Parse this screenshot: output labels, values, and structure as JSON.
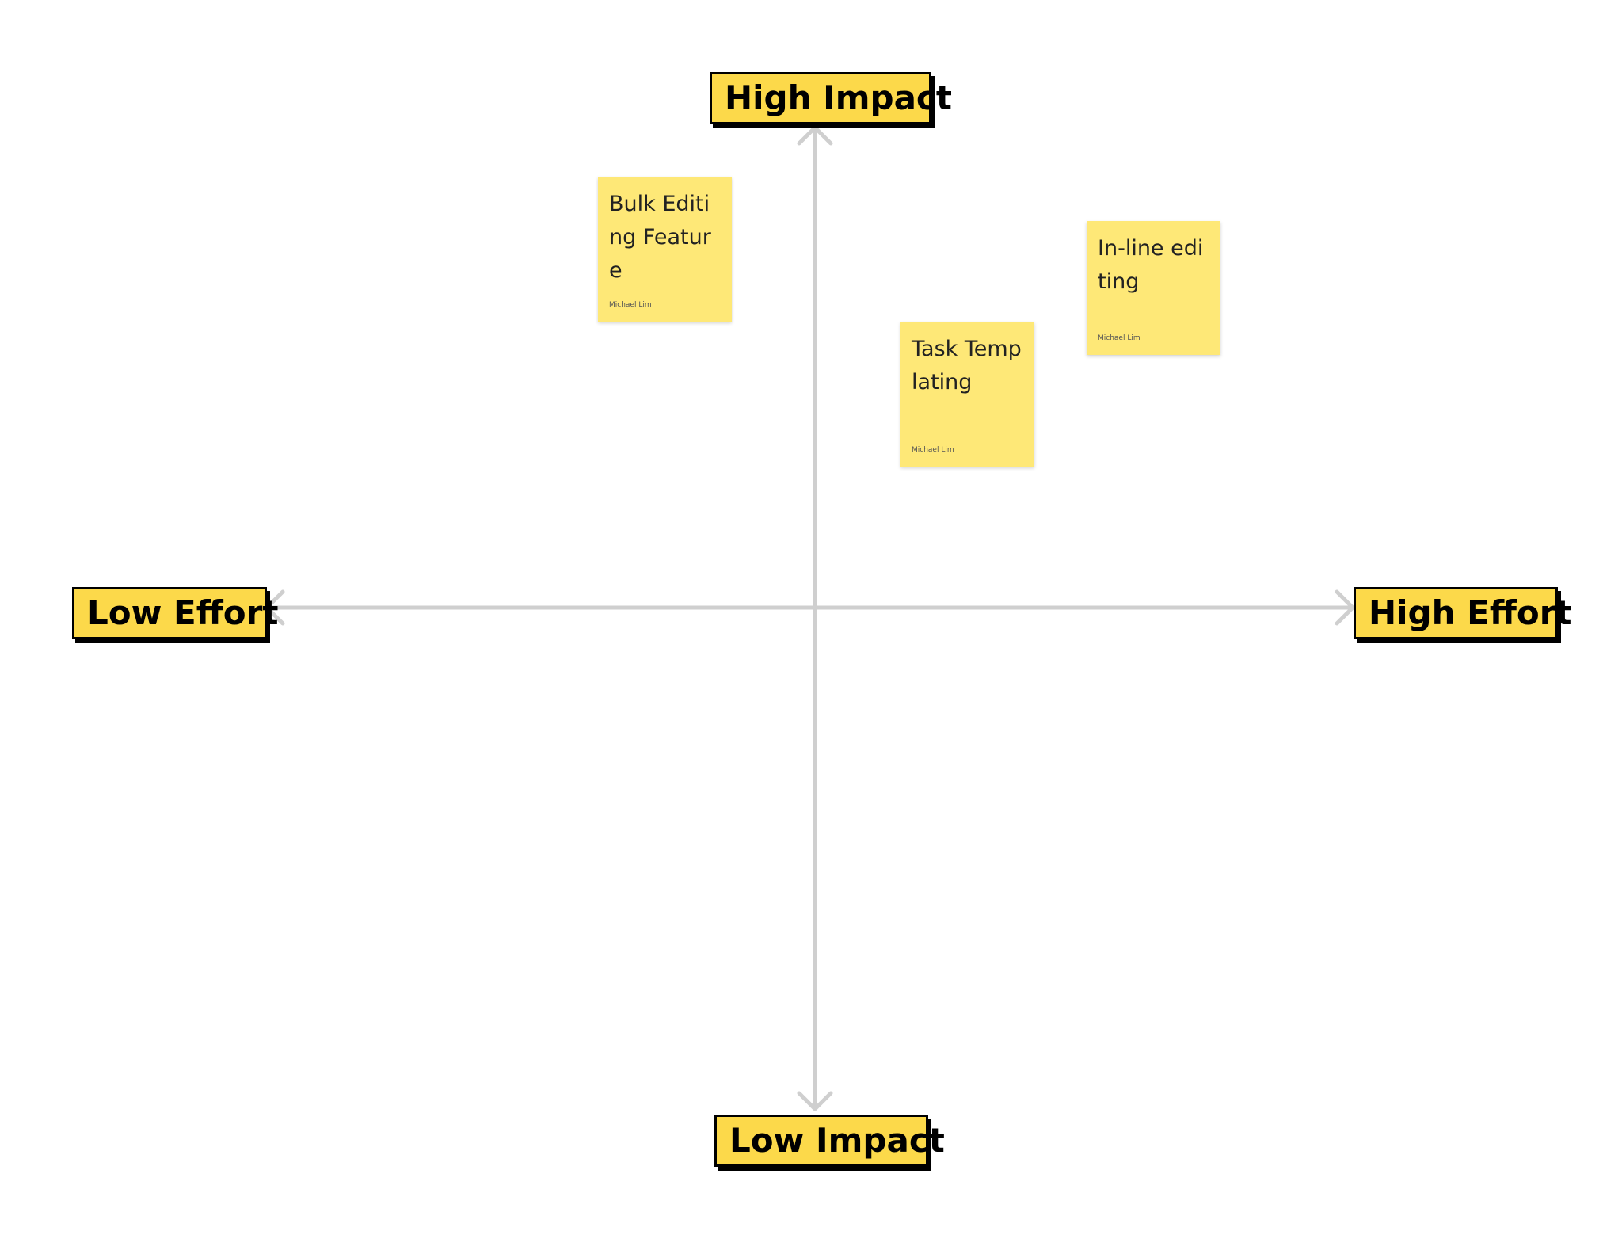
{
  "matrix": {
    "axis_color": "#cfcfcf",
    "label_color": "#fcd94a",
    "note_color": "#fee877",
    "labels": {
      "top": "High Impact",
      "bottom": "Low Impact",
      "left": "Low Effort",
      "right": "High Effort"
    }
  },
  "notes": [
    {
      "text": "Bulk Editing Feature",
      "author": "Michael Lim"
    },
    {
      "text": "In-line editing",
      "author": "Michael Lim"
    },
    {
      "text": "Task Templating",
      "author": "Michael Lim"
    }
  ]
}
